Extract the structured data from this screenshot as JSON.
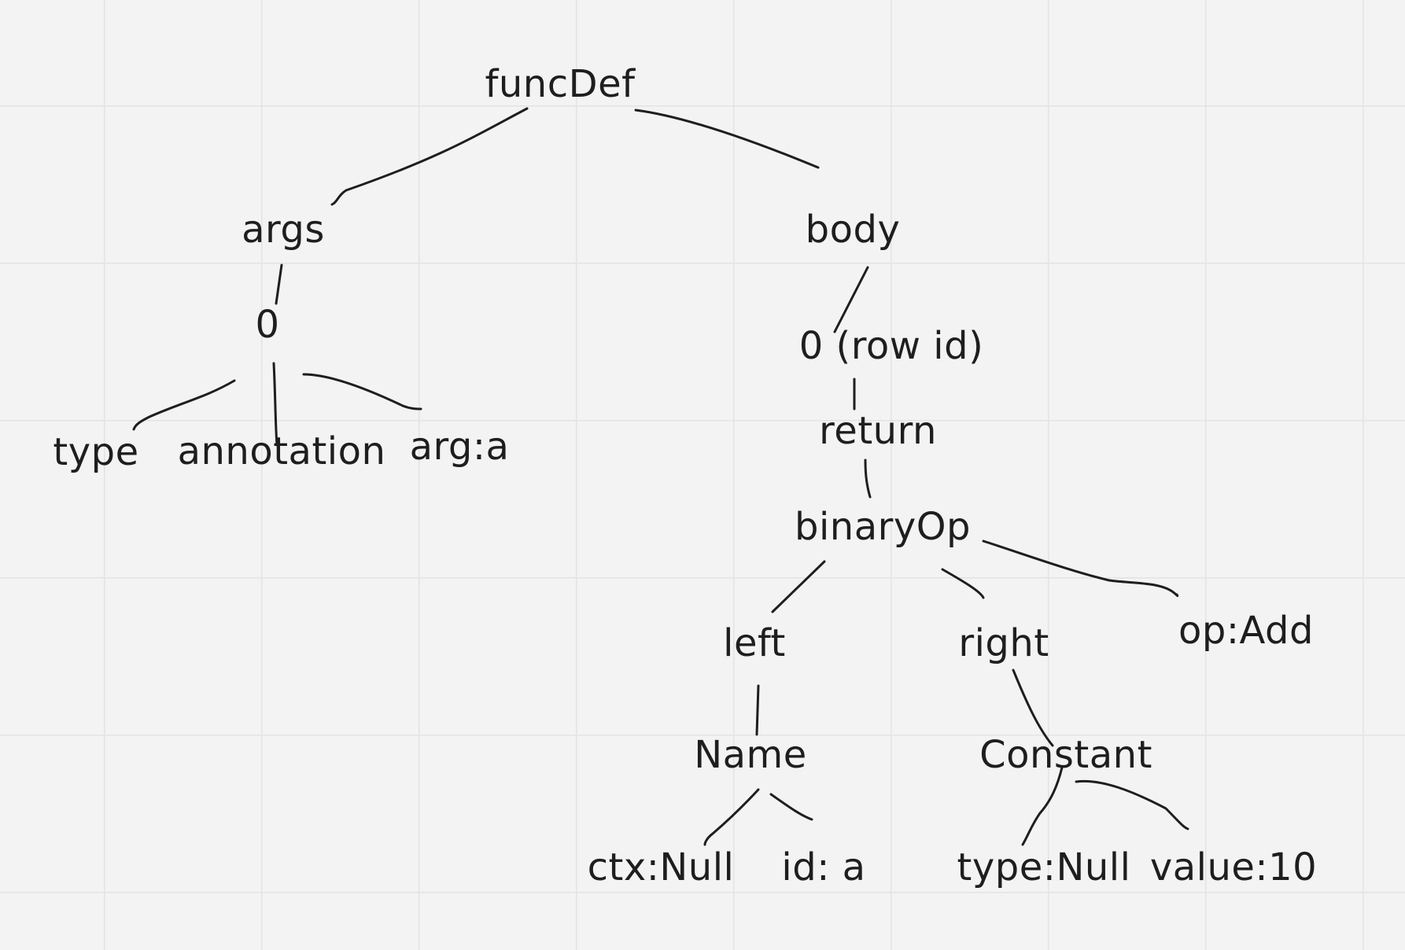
{
  "diagram": {
    "nodes": {
      "funcDef": "funcDef",
      "args": "args",
      "body": "body",
      "args_index": "0",
      "body_index": "0  (row id)",
      "type": "type",
      "annotation": "annotation",
      "arg_a": "arg:a",
      "return": "return",
      "binaryOp": "binaryOp",
      "left": "left",
      "right": "right",
      "op_add": "op:Add",
      "name": "Name",
      "constant": "Constant",
      "ctx_null": "ctx:Null",
      "id_a": "id: a",
      "type_null": "type:Null",
      "value_10": "value:10"
    },
    "edges": [
      {
        "from": "funcDef",
        "to": "args"
      },
      {
        "from": "funcDef",
        "to": "body"
      },
      {
        "from": "args",
        "to": "args_index"
      },
      {
        "from": "args_index",
        "to": "type"
      },
      {
        "from": "args_index",
        "to": "annotation"
      },
      {
        "from": "args_index",
        "to": "arg_a"
      },
      {
        "from": "body",
        "to": "body_index"
      },
      {
        "from": "body_index",
        "to": "return"
      },
      {
        "from": "return",
        "to": "binaryOp"
      },
      {
        "from": "binaryOp",
        "to": "left"
      },
      {
        "from": "binaryOp",
        "to": "right"
      },
      {
        "from": "binaryOp",
        "to": "op_add"
      },
      {
        "from": "left",
        "to": "name"
      },
      {
        "from": "right",
        "to": "constant"
      },
      {
        "from": "name",
        "to": "ctx_null"
      },
      {
        "from": "name",
        "to": "id_a"
      },
      {
        "from": "constant",
        "to": "type_null"
      },
      {
        "from": "constant",
        "to": "value_10"
      }
    ]
  }
}
